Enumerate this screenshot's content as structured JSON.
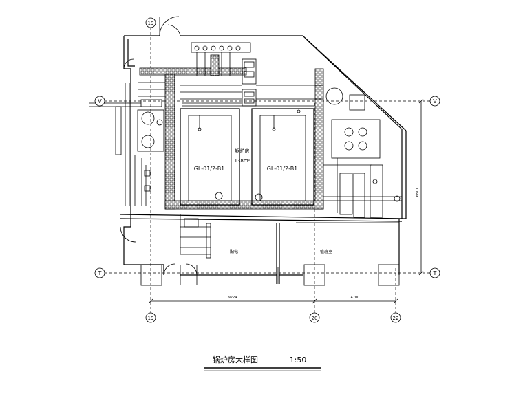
{
  "grid_labels": {
    "g19_top": "19",
    "g19_bottom": "19",
    "g20": "20",
    "g22": "22",
    "v_left": "V",
    "v_right": "V",
    "t_left": "T",
    "t_right": "T"
  },
  "equipment": {
    "boiler_room_label": "锅炉房",
    "area": "138m²",
    "boiler_left": "GL-01/2-B1",
    "boiler_right": "GL-01/2-B1"
  },
  "rooms": {
    "left_room": "配电",
    "right_room": "值班室"
  },
  "dimensions": {
    "left_span": "9224",
    "right_span": "4700",
    "vertical_span": "6810"
  },
  "title": {
    "main": "锅炉房大样图",
    "scale": "1:50"
  }
}
